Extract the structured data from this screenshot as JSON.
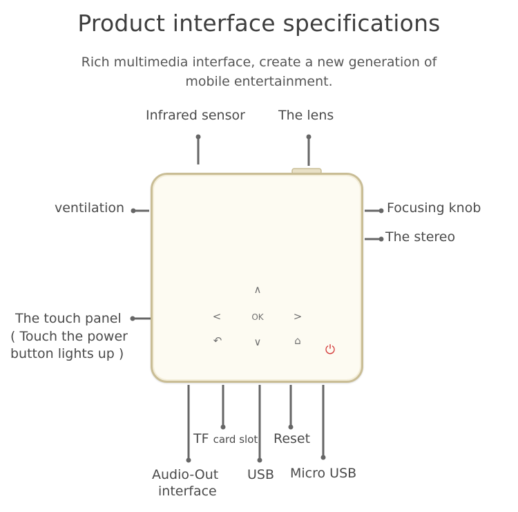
{
  "header": {
    "title": "Product interface specifications",
    "subtitle_line1": "Rich multimedia interface, create a new generation of",
    "subtitle_line2": "mobile entertainment."
  },
  "labels": {
    "infrared_sensor": "Infrared sensor",
    "lens": "The lens",
    "ventilation": "ventilation",
    "focusing_knob": "Focusing knob",
    "stereo": "The stereo",
    "touch_panel_line1": "The touch panel",
    "touch_panel_line2": "( Touch the power",
    "touch_panel_line3": "button lights up )",
    "tf_prefix": "TF",
    "tf_suffix": "card slot",
    "reset": "Reset",
    "audio_out_line1": "Audio-Out",
    "audio_out_line2": "interface",
    "usb": "USB",
    "micro_usb": "Micro USB"
  },
  "touch_buttons": {
    "up": "∧",
    "left": "<",
    "ok": "OK",
    "right": ">",
    "back": "↶",
    "down": "∨",
    "home": "⌂",
    "power": "⏻"
  },
  "colors": {
    "leader_line": "#666666",
    "device_border": "#c9bd95",
    "device_face": "#fdfbf2",
    "power_icon": "#d43a3a"
  }
}
